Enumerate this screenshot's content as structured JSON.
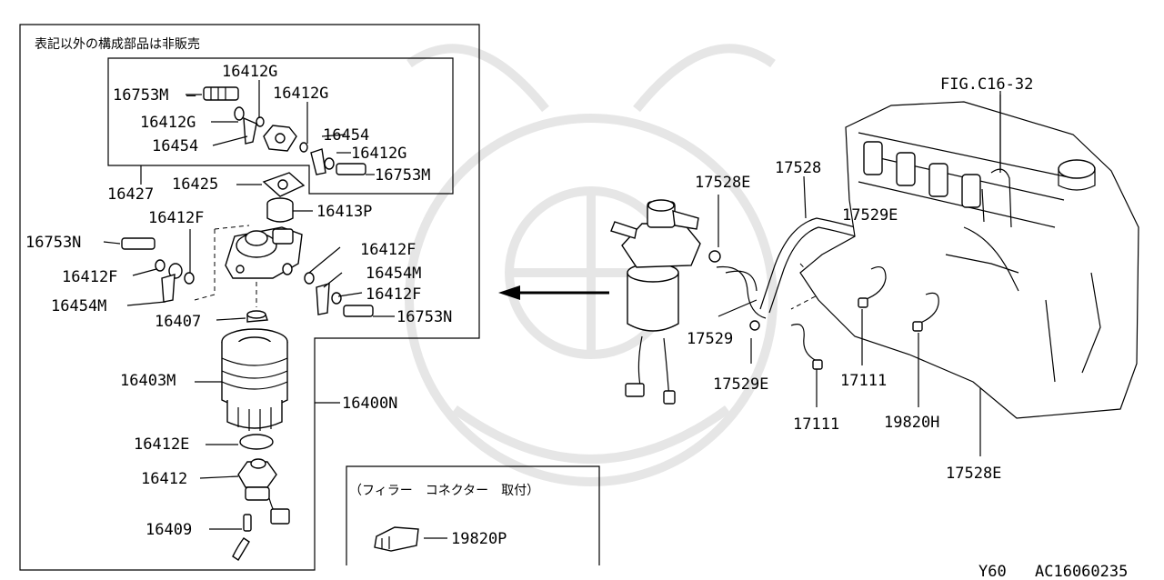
{
  "note_not_sold": "表記以外の構成部品は非販売",
  "connector_caption": "（フィラー　コネクター　取付）",
  "figure_ref": "FIG.C16-32",
  "footer": {
    "model": "Y60",
    "diagram_id": "AC16060235"
  },
  "labels": {
    "p16412G_a": "16412G",
    "p16412G_b": "16412G",
    "p16412G_c": "16412G",
    "p16412G_d": "16412G",
    "p16753M_a": "16753M",
    "p16753M_b": "16753M",
    "p16454_a": "16454",
    "p16454_b": "16454",
    "p16427": "16427",
    "p16425": "16425",
    "p16413P": "16413P",
    "p16412F_a": "16412F",
    "p16412F_b": "16412F",
    "p16412F_c": "16412F",
    "p16412F_d": "16412F",
    "p16753N_a": "16753N",
    "p16753N_b": "16753N",
    "p16454M_a": "16454M",
    "p16454M_b": "16454M",
    "p16407": "16407",
    "p16403M": "16403M",
    "p16400N": "16400N",
    "p16412E": "16412E",
    "p16412": "16412",
    "p16409": "16409",
    "p19820P": "19820P",
    "p17528E_a": "17528E",
    "p17528E_b": "17528E",
    "p17528": "17528",
    "p17529E_a": "17529E",
    "p17529E_b": "17529E",
    "p17529": "17529",
    "p17111_a": "17111",
    "p17111_b": "17111",
    "p19820H": "19820H"
  },
  "icons": [
    "fuel-filter-assembly-icon",
    "engine-block-icon",
    "arrow-left-icon",
    "connector-icon"
  ]
}
